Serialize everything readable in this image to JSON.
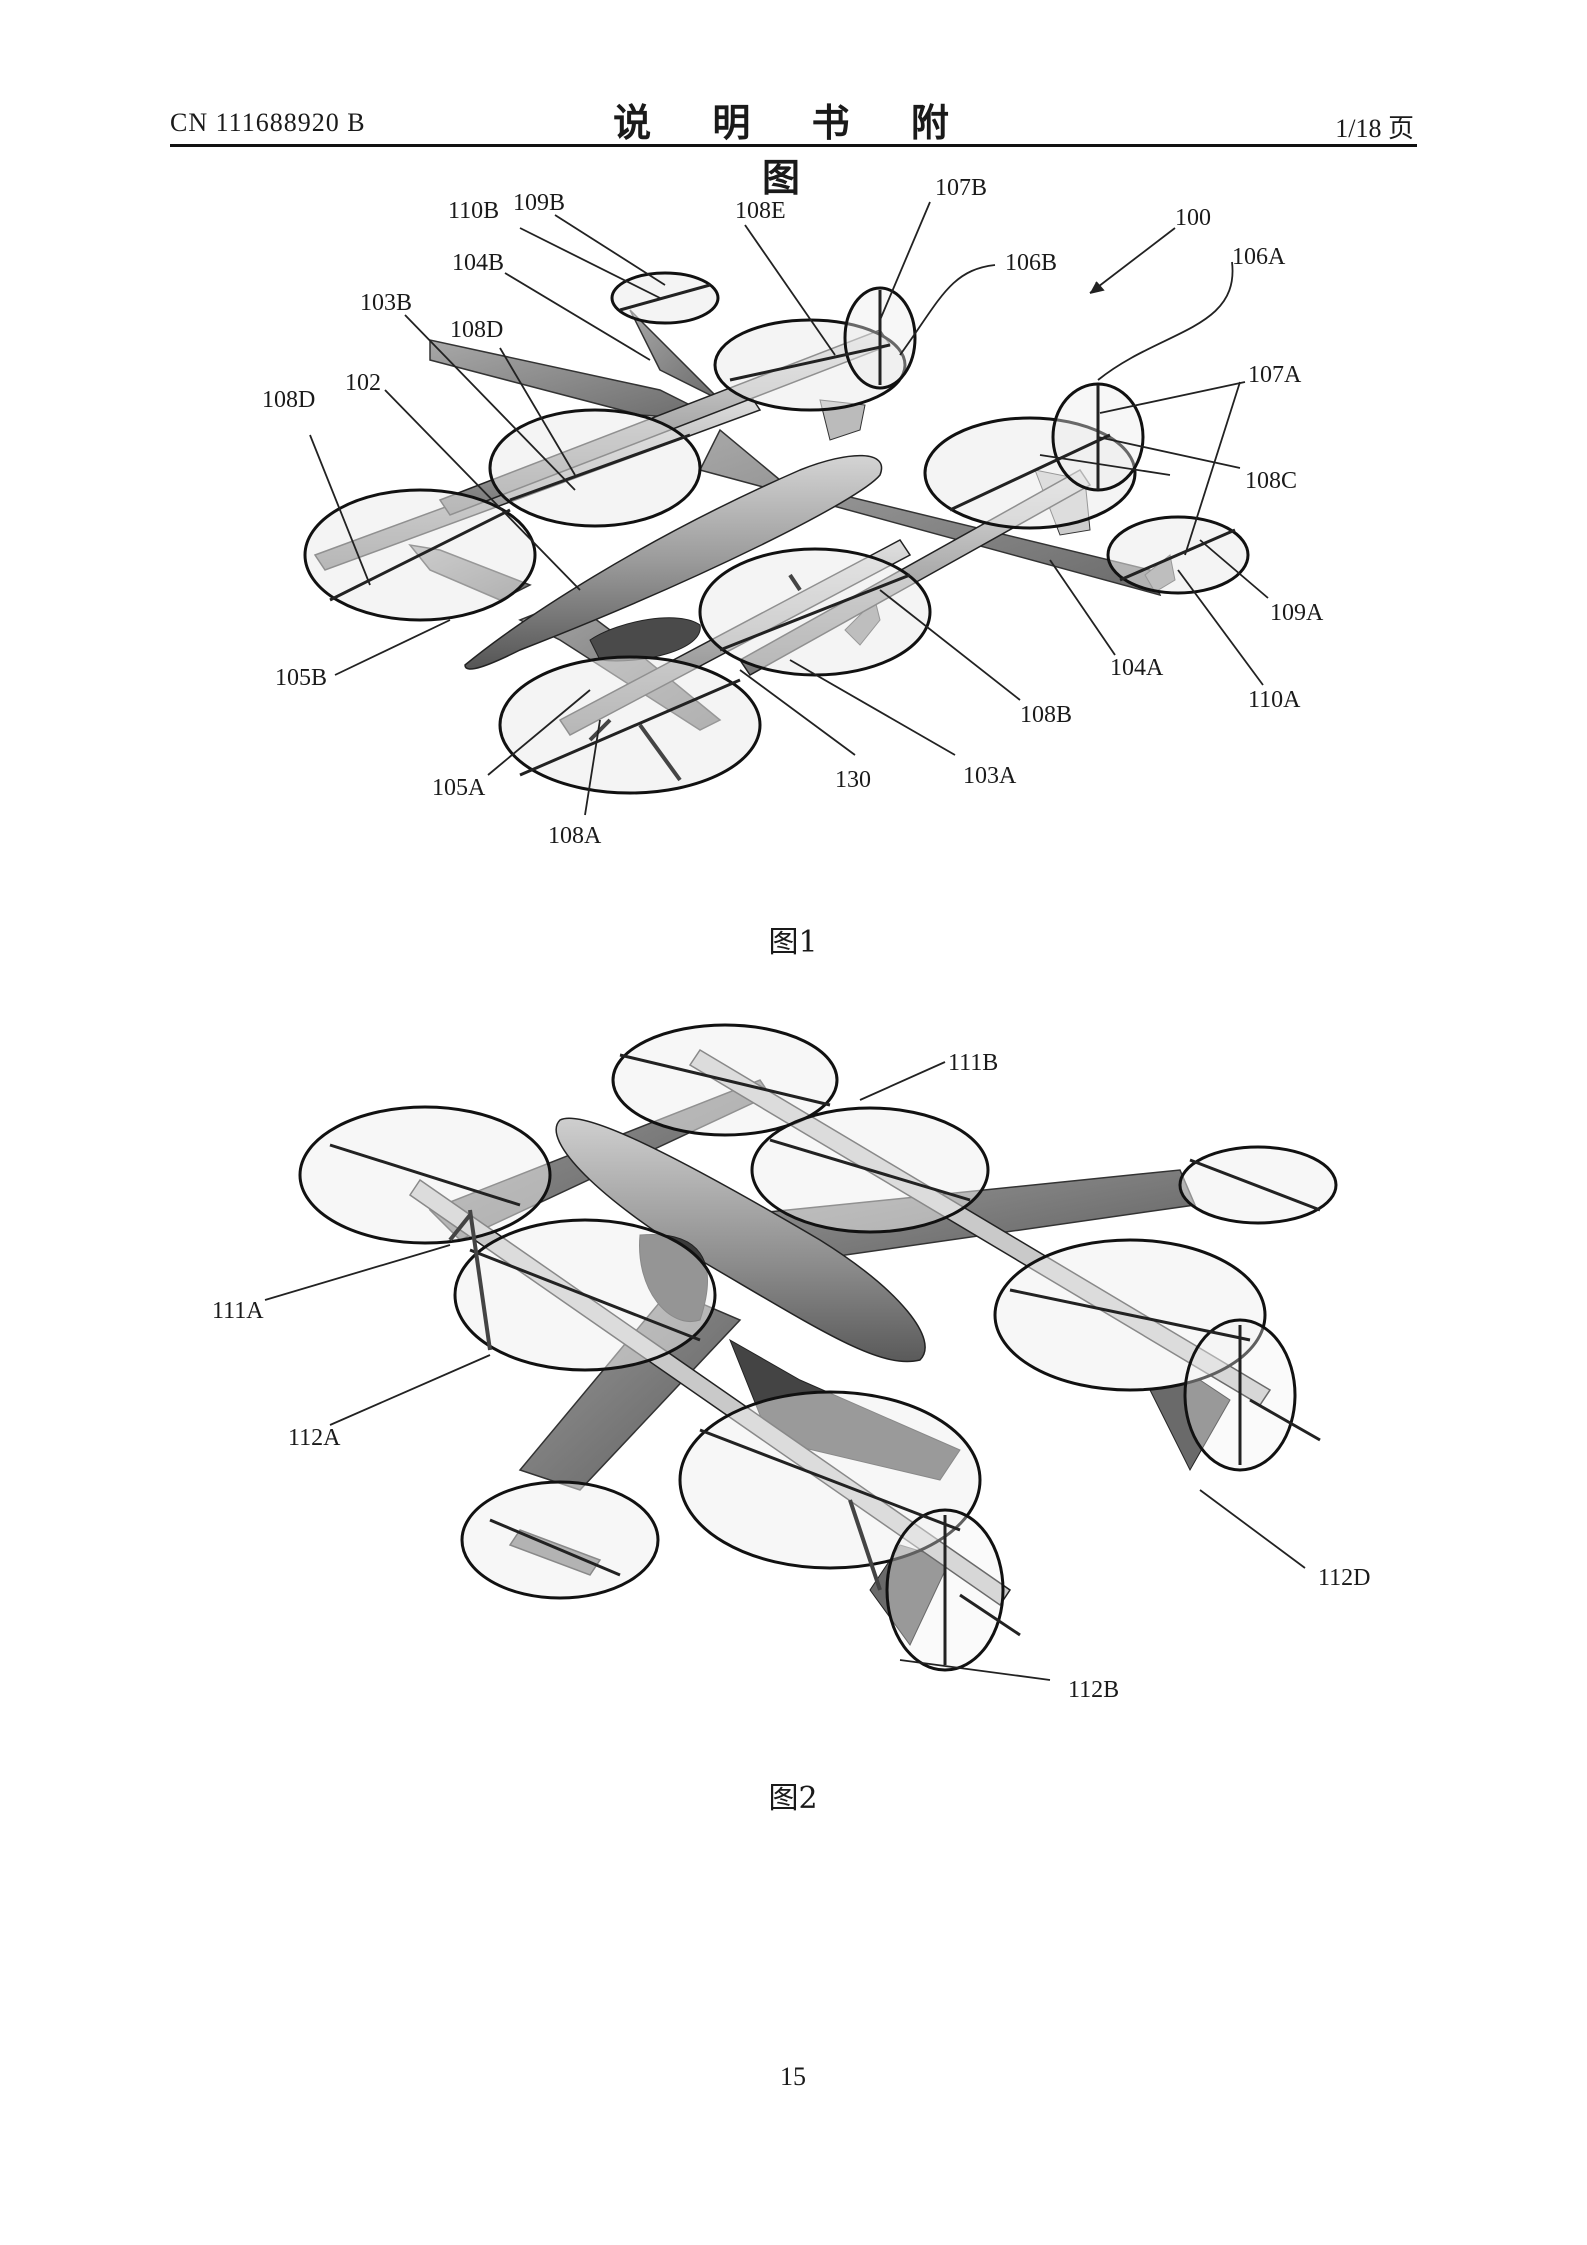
{
  "header": {
    "patent_number": "CN 111688920 B",
    "section_title": "说 明 书 附 图",
    "page_of": "1/18 页"
  },
  "figure1": {
    "caption": "图1",
    "labels": {
      "l100": "100",
      "l102": "102",
      "l103A": "103A",
      "l103B": "103B",
      "l104A": "104A",
      "l104B": "104B",
      "l105A": "105A",
      "l105B": "105B",
      "l106A": "106A",
      "l106B": "106B",
      "l107A": "107A",
      "l107B": "107B",
      "l108A": "108A",
      "l108B": "108B",
      "l108C": "108C",
      "l108D_outer": "108D",
      "l108D_inner": "108D",
      "l108E": "108E",
      "l109A": "109A",
      "l109B": "109B",
      "l110A": "110A",
      "l110B": "110B",
      "l130": "130"
    }
  },
  "figure2": {
    "caption": "图2",
    "labels": {
      "l111A": "111A",
      "l111B": "111B",
      "l112A": "112A",
      "l112B": "112B",
      "l112D": "112D"
    }
  },
  "footer": {
    "page_number": "15"
  }
}
